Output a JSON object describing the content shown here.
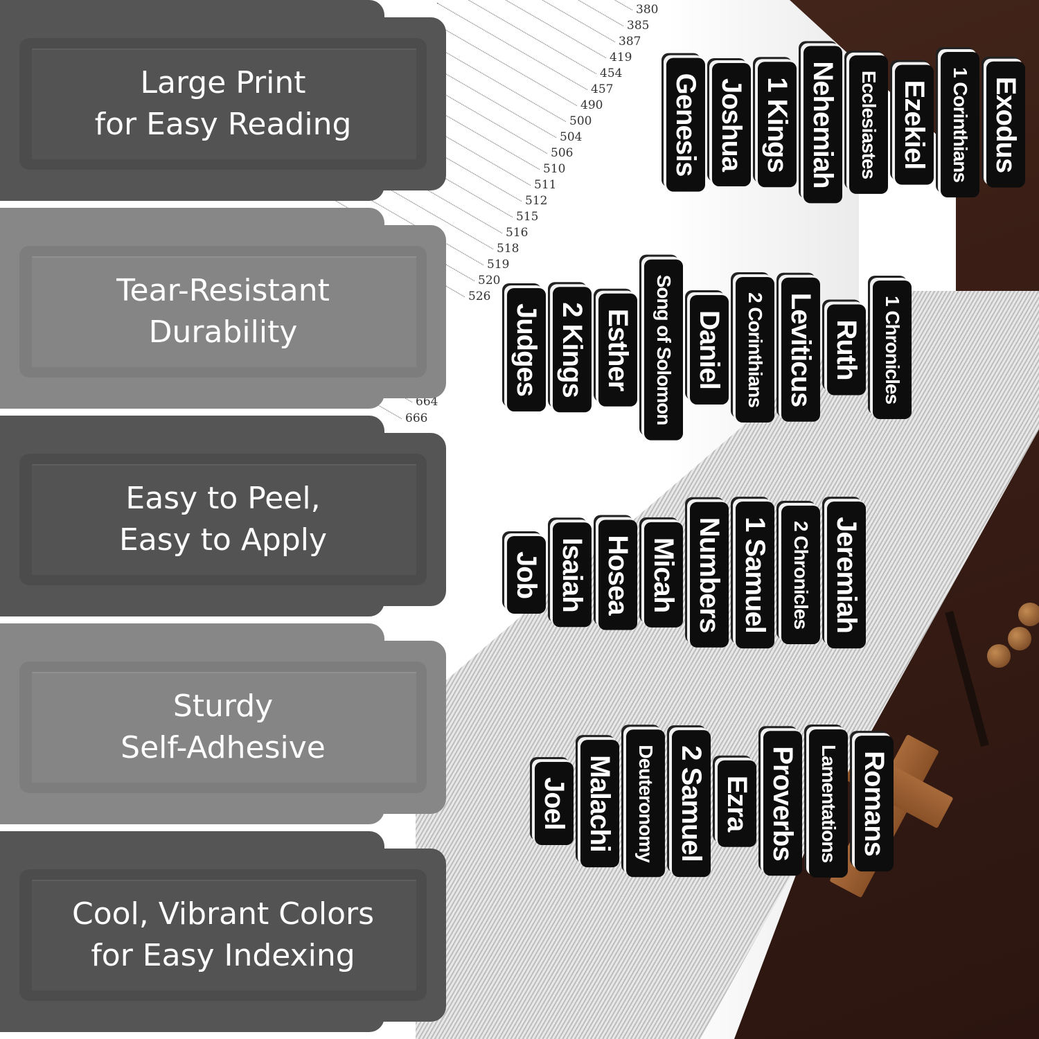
{
  "features": [
    {
      "line1": "Large Print",
      "line2": "for Easy Reading",
      "tone": "dark"
    },
    {
      "line1": "Tear-Resistant",
      "line2": "Durability",
      "tone": "light"
    },
    {
      "line1": "Easy to Peel,",
      "line2": "Easy to Apply",
      "tone": "dark"
    },
    {
      "line1": "Sturdy",
      "line2": "Self-Adhesive",
      "tone": "light"
    },
    {
      "line1": "Cool, Vibrant Colors",
      "line2": "for Easy Indexing",
      "tone": "dark"
    }
  ],
  "page_numbers": [
    "380",
    "385",
    "387",
    "419",
    "454",
    "457",
    "490",
    "500",
    "504",
    "506",
    "510",
    "511",
    "512",
    "515",
    "516",
    "518",
    "519",
    "520",
    "526",
    "664",
    "666"
  ],
  "tabs": [
    "Genesis",
    "Joshua",
    "1 Kings",
    "Nehemiah",
    "Ecclesiastes",
    "Ezekiel",
    "1 Corinthians",
    "Exodus",
    "Judges",
    "2 Kings",
    "Esther",
    "Song of Solomon",
    "Daniel",
    "2 Corinthians",
    "Leviticus",
    "Ruth",
    "1 Chronicles",
    "Job",
    "Isaiah",
    "Hosea",
    "Micah",
    "Numbers",
    "1 Samuel",
    "2 Chronicles",
    "Jeremiah",
    "Joel",
    "Malachi",
    "Deuteronomy",
    "2 Samuel",
    "Ezra",
    "Proverbs",
    "Lamentations",
    "Romans"
  ],
  "colors": {
    "tab": "#0d0d0d",
    "panel_dark": "#555555",
    "panel_light": "#878787",
    "wood": "#3b1f16"
  }
}
